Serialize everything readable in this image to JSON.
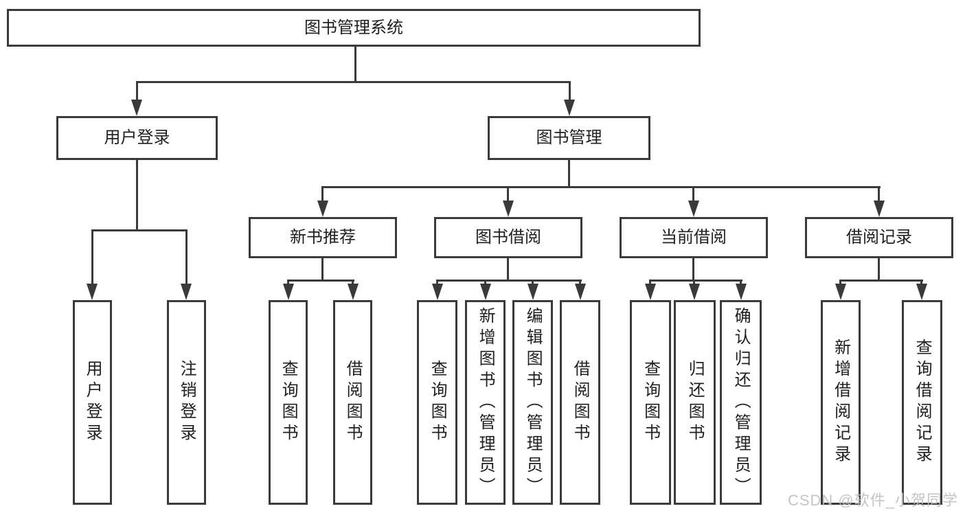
{
  "diagram": {
    "root": {
      "label": "图书管理系统"
    },
    "level2": [
      {
        "label": "用户登录"
      },
      {
        "label": "图书管理"
      }
    ],
    "level3": [
      {
        "label": "新书推荐"
      },
      {
        "label": "图书借阅"
      },
      {
        "label": "当前借阅"
      },
      {
        "label": "借阅记录"
      }
    ],
    "leaf_groups": [
      {
        "items": [
          {
            "label": "用户登录"
          },
          {
            "label": "注销登录"
          }
        ]
      },
      {
        "items": [
          {
            "label": "查询图书"
          },
          {
            "label": "借阅图书"
          }
        ]
      },
      {
        "items": [
          {
            "label": "查询图书"
          },
          {
            "label": "新增图书（管理员）"
          },
          {
            "label": "编辑图书（管理员）"
          },
          {
            "label": "借阅图书"
          }
        ]
      },
      {
        "items": [
          {
            "label": "查询图书"
          },
          {
            "label": "归还图书"
          },
          {
            "label": "确认归还（管理员）"
          }
        ]
      },
      {
        "items": [
          {
            "label": "新增借阅记录"
          },
          {
            "label": "查询借阅记录"
          }
        ]
      }
    ],
    "watermark": {
      "text": "CSDN @软件_小贺同学"
    },
    "colors": {
      "line": "#3a3a3a",
      "text": "#1f1f1f",
      "background": "#ffffff",
      "watermark": "#bfbfbf"
    }
  }
}
